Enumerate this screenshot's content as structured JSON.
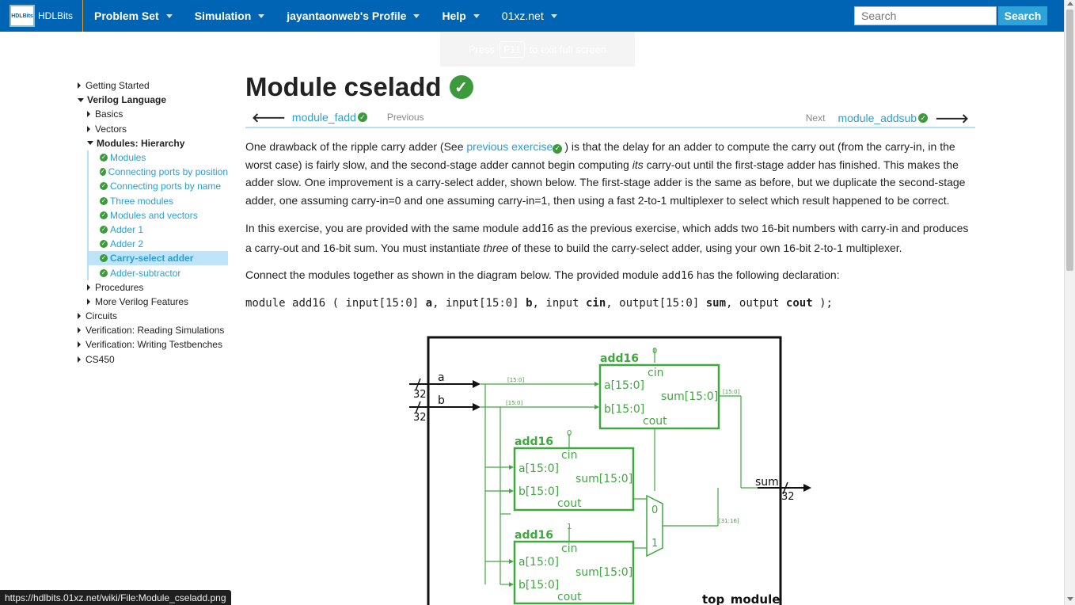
{
  "topbar": {
    "brand_logo": "HDLBits",
    "brand_name": "HDLBits",
    "menu": [
      "Problem Set",
      "Simulation",
      "jayantaonweb's Profile",
      "Help",
      "01xz.net"
    ],
    "search_placeholder": "Search",
    "search_button": "Search"
  },
  "fullscreen_toast": {
    "before": "Press",
    "key": "F11",
    "after": "to exit full screen"
  },
  "sidebar": {
    "getting_started": "Getting Started",
    "verilog_language": "Verilog Language",
    "basics": "Basics",
    "vectors": "Vectors",
    "modules_hierarchy": "Modules: Hierarchy",
    "lessons": [
      "Modules",
      "Connecting ports by position",
      "Connecting ports by name",
      "Three modules",
      "Modules and vectors",
      "Adder 1",
      "Adder 2",
      "Carry-select adder",
      "Adder-subtractor"
    ],
    "procedures": "Procedures",
    "more_features": "More Verilog Features",
    "circuits": "Circuits",
    "verif_sim": "Verification: Reading Simulations",
    "verif_tb": "Verification: Writing Testbenches",
    "cs450": "CS450"
  },
  "page": {
    "title": "Module cseladd",
    "prev_link": "module_fadd",
    "prev_label": "Previous",
    "next_label": "Next",
    "next_link": "module_addsub",
    "p1_a": "One drawback of the ripple carry adder (See ",
    "p1_link": "previous exercise",
    "p1_b": ") is that the delay for an adder to compute the carry out (from the carry-in, in the worst case) is fairly slow, and the second-stage adder cannot begin computing ",
    "p1_em": "its",
    "p1_c": " carry-out until the first-stage adder has finished. This makes the adder slow. One improvement is a carry-select adder, shown below. The first-stage adder is the same as before, but we duplicate the second-stage adder, one assuming carry-in=0 and one assuming carry-in=1, then using a fast 2-to-1 multiplexer to select which result happened to be correct.",
    "p2_a": "In this exercise, you are provided with the same module ",
    "p2_code": "add16",
    "p2_b": " as the previous exercise, which adds two 16-bit numbers with carry-in and produces a carry-out and 16-bit sum. You must instantiate ",
    "p2_em": "three",
    "p2_c": " of these to build the carry-select adder, using your own 16-bit 2-to-1 multiplexer.",
    "p3_a": "Connect the modules together as shown in the diagram below. The provided module ",
    "p3_code": "add16",
    "p3_b": " has the following declaration:",
    "decl": {
      "kw_module": "module",
      "name": "add16",
      "open": "(",
      "t1": "input[15:0]",
      "n1": "a",
      "t2": "input[15:0]",
      "n2": "b",
      "t3": "input",
      "n3": "cin",
      "t4": "output[15:0]",
      "n4": "sum",
      "t5": "output",
      "n5": "cout",
      "close": ");"
    }
  },
  "diagram": {
    "in_a": "a",
    "in_b": "b",
    "bus32": "32",
    "slice_lo": "[15:0]",
    "slice_hi": "[31:16]",
    "adder_label": "add16",
    "cin": "cin",
    "a_port": "a[15:0]",
    "b_port": "b[15:0]",
    "sum_port": "sum[15:0]",
    "cout": "cout",
    "zero": "0",
    "one": "1",
    "sum_out": "sum",
    "top_label": "top_module"
  },
  "statusbar": {
    "url": "https://hdlbits.01xz.net/wiki/File:Module_cseladd.png"
  }
}
